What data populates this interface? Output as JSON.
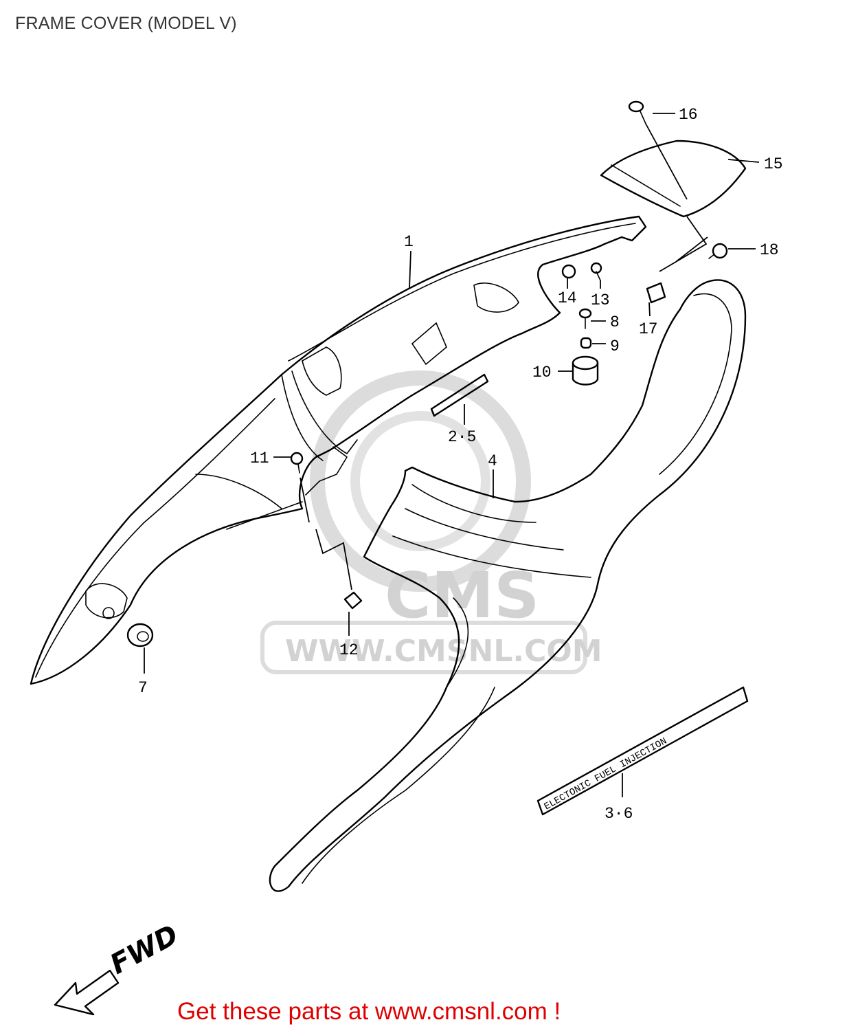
{
  "title": "FRAME COVER (MODEL V)",
  "watermark": {
    "logo_text": "CMS",
    "url_text": "WWW.CMSNL.COM",
    "color": "#d2d2d2"
  },
  "footer": {
    "text": "Get these parts at www.cmsnl.com !",
    "color": "#e00000"
  },
  "direction_marker": {
    "label": "FWD",
    "icon": "arrow-left-icon"
  },
  "stripe_text": "ELECTONIC FUEL INJECTION",
  "callouts": {
    "c1": "1",
    "c25": "2·5",
    "c36": "3·6",
    "c4": "4",
    "c7": "7",
    "c8": "8",
    "c9": "9",
    "c10": "10",
    "c11": "11",
    "c12": "12",
    "c13": "13",
    "c14": "14",
    "c15": "15",
    "c16": "16",
    "c17": "17",
    "c18": "18"
  }
}
